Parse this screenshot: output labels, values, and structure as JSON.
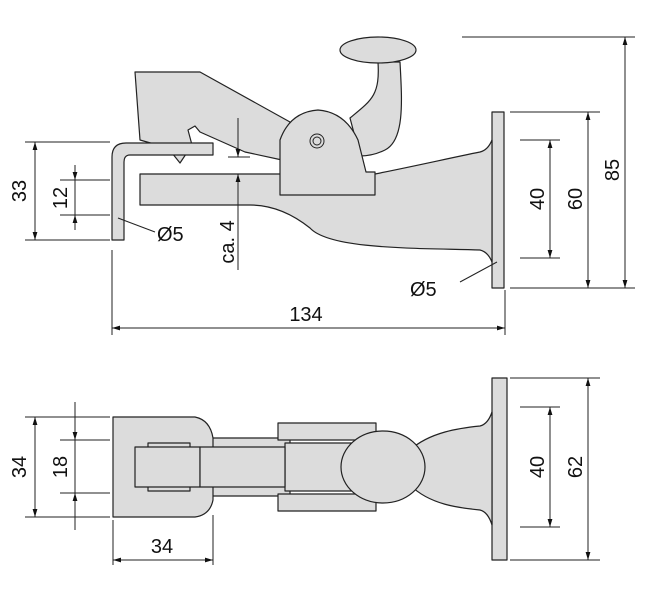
{
  "side_view": {
    "dims": {
      "left_outer": "33",
      "left_inner": "12",
      "pin_diameter": "Ø5",
      "gap": "ca. 4",
      "length": "134",
      "hole_diameter": "Ø5",
      "flange_inner": "40",
      "flange_outer": "60",
      "total_height": "85"
    }
  },
  "top_view": {
    "dims": {
      "left_outer": "34",
      "left_inner": "18",
      "block_width": "34",
      "flange_inner": "40",
      "flange_outer": "62"
    }
  },
  "colors": {
    "part_fill": "#dcdcdc",
    "line": "#222222"
  }
}
